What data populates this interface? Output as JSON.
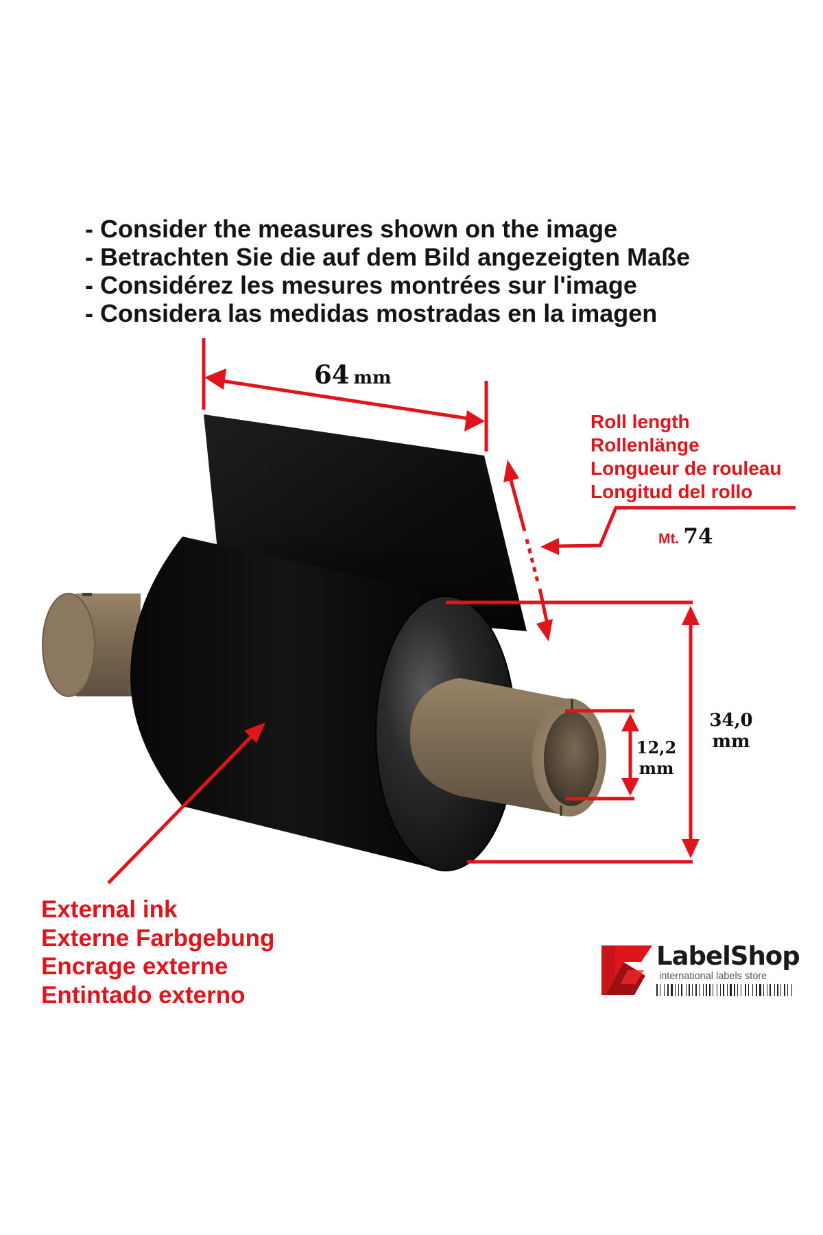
{
  "instructions": [
    "- Consider the measures shown on the image",
    "- Betrachten Sie die auf dem Bild angezeigten Maße",
    "- Considérez les mesures montrées sur l'image",
    "- Considera las medidas mostradas en la imagen"
  ],
  "dimensions": {
    "width": {
      "value": "64",
      "unit": "mm"
    },
    "length": {
      "prefix": "Mt.",
      "value": "74"
    },
    "outer_diameter": {
      "value": "34,0",
      "unit": "mm"
    },
    "core_diameter": {
      "value": "12,2",
      "unit": "mm"
    }
  },
  "roll_length_labels": [
    "Roll length",
    "Rollenlänge",
    "Longueur de rouleau",
    "Longitud del rollo"
  ],
  "ink_labels": [
    "External ink",
    "Externe Farbgebung",
    "Encrage externe",
    "Entintado externo"
  ],
  "logo": {
    "name": "LabelShop",
    "tagline": "international labels store"
  },
  "colors": {
    "annotation_red": "#e0141b",
    "ribbon_black": "#0b0b0b",
    "core_brown": "#7d6a53",
    "text_dark": "#141414"
  },
  "icons": {
    "logo_mark": "ls-logo-icon",
    "barcode": "barcode-icon"
  }
}
